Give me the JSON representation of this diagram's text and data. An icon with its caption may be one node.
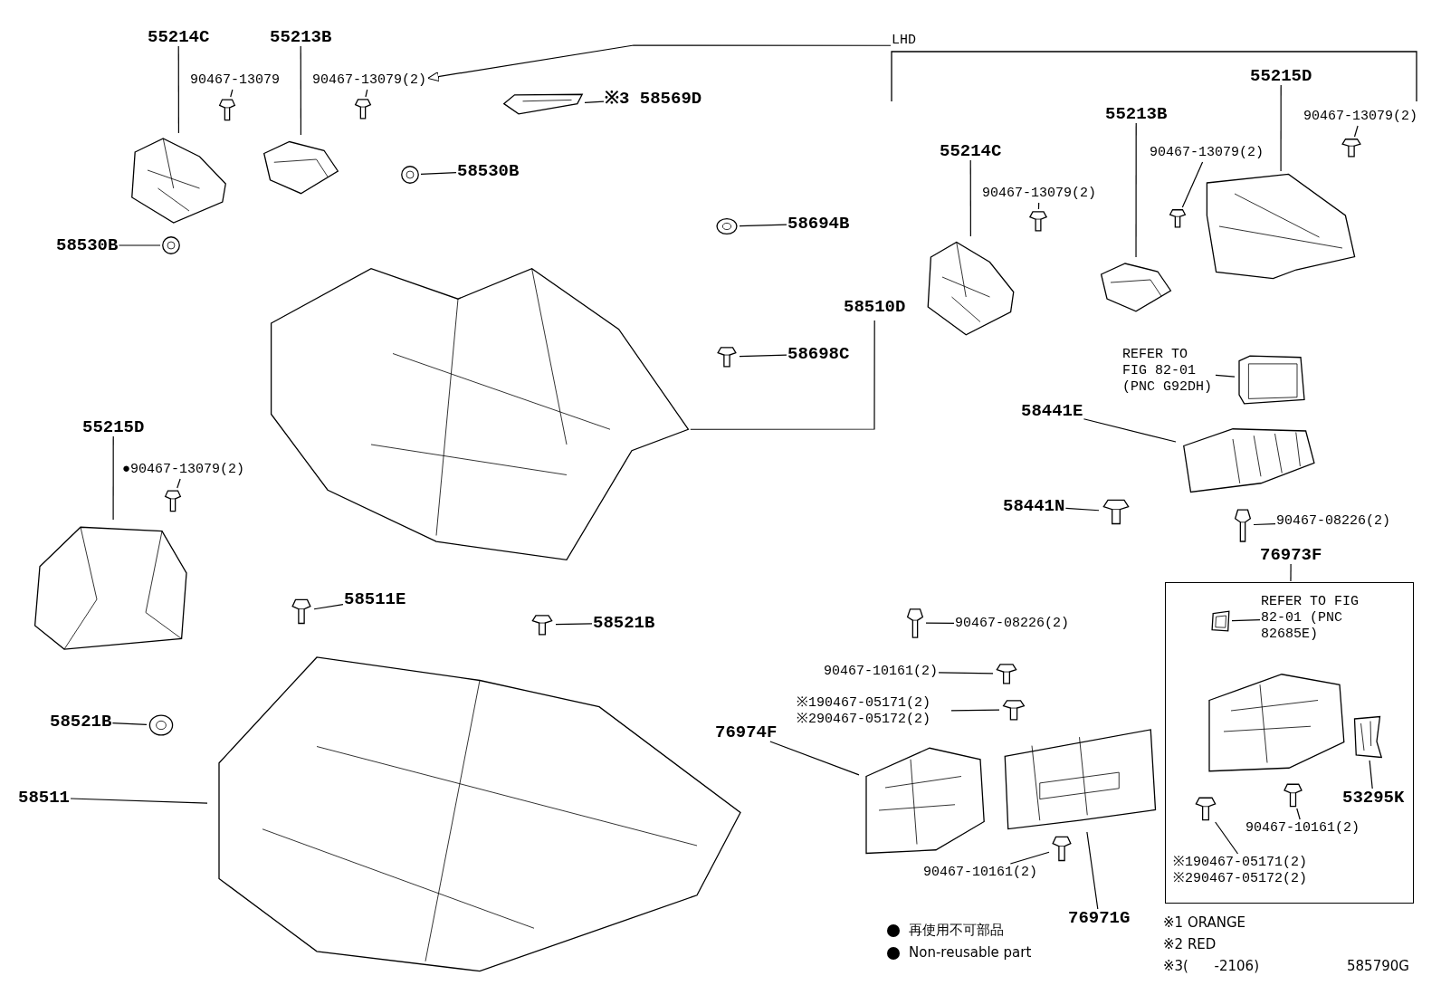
{
  "diagram": {
    "nodes": [
      {
        "text": [
          "55214C"
        ]
      },
      {
        "text": [
          "90467-13079"
        ]
      },
      {
        "text": [],
        "shape": "picture"
      },
      {
        "text": [],
        "shape": "picture"
      },
      {
        "text": [
          "55213B"
        ]
      },
      {
        "text": [
          "90467-13079(2)"
        ]
      },
      {
        "text": [],
        "shape": "picture"
      },
      {
        "text": [],
        "shape": "picture"
      },
      {
        "text": [
          "※3 58569D"
        ]
      },
      {
        "text": [],
        "shape": "picture"
      },
      {
        "text": [
          "58530B"
        ]
      },
      {
        "text": [],
        "shape": "picture"
      },
      {
        "text": [
          "58530B"
        ]
      },
      {
        "text": [],
        "shape": "picture"
      },
      {
        "text": [
          "58694B"
        ]
      },
      {
        "text": [],
        "shape": "picture"
      },
      {
        "text": [
          "58698C"
        ]
      },
      {
        "text": [],
        "shape": "picture"
      },
      {
        "text": [
          "58510D"
        ]
      },
      {
        "text": [],
        "shape": "picture"
      },
      {
        "text": [
          "55215D"
        ]
      },
      {
        "text": [
          "●90467-13079(2)"
        ]
      },
      {
        "text": [],
        "shape": "picture"
      },
      {
        "text": [],
        "shape": "picture"
      },
      {
        "text": [
          "58511E"
        ]
      },
      {
        "text": [],
        "shape": "picture"
      },
      {
        "text": [
          "58521B"
        ]
      },
      {
        "text": [],
        "shape": "picture"
      },
      {
        "text": [
          "58521B"
        ]
      },
      {
        "text": [],
        "shape": "picture"
      },
      {
        "text": [
          "58511"
        ]
      },
      {
        "text": [],
        "shape": "picture"
      },
      {
        "text": [
          "LHD"
        ]
      },
      {
        "text": [
          "55214C"
        ]
      },
      {
        "text": [
          "90467-13079(2)"
        ]
      },
      {
        "text": [],
        "shape": "picture"
      },
      {
        "text": [],
        "shape": "picture"
      },
      {
        "text": [
          "55213B"
        ]
      },
      {
        "text": [
          "90467-13079(2)"
        ]
      },
      {
        "text": [],
        "shape": "picture"
      },
      {
        "text": [],
        "shape": "picture"
      },
      {
        "text": [
          "55215D"
        ]
      },
      {
        "text": [
          "90467-13079(2)"
        ]
      },
      {
        "text": [],
        "shape": "picture"
      },
      {
        "text": [],
        "shape": "picture"
      },
      {
        "text": [
          "REFER TO FIG 82-01 (PNC G92DH)"
        ]
      },
      {
        "text": [],
        "shape": "picture"
      },
      {
        "text": [
          "58441E"
        ]
      },
      {
        "text": [],
        "shape": "picture"
      },
      {
        "text": [
          "58441N"
        ]
      },
      {
        "text": [],
        "shape": "picture"
      },
      {
        "text": [
          "90467-08226(2)"
        ]
      },
      {
        "text": [],
        "shape": "picture"
      },
      {
        "text": [
          "76973F"
        ]
      },
      {
        "text": [],
        "shape": "box"
      },
      {
        "text": [
          "REFER TO FIG 82-01 (PNC 82685E)"
        ],
        "in": 54
      },
      {
        "text": [],
        "shape": "picture",
        "in": 54
      },
      {
        "text": [],
        "shape": "picture",
        "in": 54
      },
      {
        "text": [],
        "shape": "picture",
        "in": 54
      },
      {
        "text": [
          "53295K"
        ],
        "in": 54
      },
      {
        "text": [],
        "shape": "picture",
        "in": 54
      },
      {
        "text": [
          "90467-10161(2)"
        ],
        "in": 54
      },
      {
        "text": [],
        "shape": "picture",
        "in": 54
      },
      {
        "text": [
          "※190467-05171(2) ※290467-05172(2)"
        ],
        "in": 54
      },
      {
        "text": [
          "90467-08226(2)"
        ]
      },
      {
        "text": [],
        "shape": "picture"
      },
      {
        "text": [
          "90467-10161(2)"
        ]
      },
      {
        "text": [],
        "shape": "picture"
      },
      {
        "text": [
          "※190467-05171(2) ※290467-05172(2)"
        ]
      },
      {
        "text": [],
        "shape": "picture"
      },
      {
        "text": [
          "76974F"
        ]
      },
      {
        "text": [],
        "shape": "picture"
      },
      {
        "text": [],
        "shape": "picture"
      },
      {
        "text": [
          "90467-10161(2)"
        ]
      },
      {
        "text": [],
        "shape": "picture"
      },
      {
        "text": [
          "76971G"
        ]
      }
    ],
    "edges": [
      {
        "from": 0,
        "to": 3,
        "arrow": "none"
      },
      {
        "from": 1,
        "to": 2,
        "arrow": "none"
      },
      {
        "from": 4,
        "to": 7,
        "arrow": "none"
      },
      {
        "from": 5,
        "to": 6,
        "arrow": "none"
      },
      {
        "from": 8,
        "to": 9,
        "arrow": "none"
      },
      {
        "from": 10,
        "to": 11,
        "arrow": "none"
      },
      {
        "from": 12,
        "to": 13,
        "arrow": "none"
      },
      {
        "from": 14,
        "to": 15,
        "arrow": "none"
      },
      {
        "from": 16,
        "to": 17,
        "arrow": "none"
      },
      {
        "from": 18,
        "to": 19,
        "arrow": "none"
      },
      {
        "from": 20,
        "to": 23,
        "arrow": "none"
      },
      {
        "from": 21,
        "to": 22,
        "arrow": "none"
      },
      {
        "from": 24,
        "to": 25,
        "arrow": "none"
      },
      {
        "from": 26,
        "to": 27,
        "arrow": "none"
      },
      {
        "from": 28,
        "to": 29,
        "arrow": "none"
      },
      {
        "from": 30,
        "to": 31,
        "arrow": "none"
      },
      {
        "from": 32,
        "to": 5,
        "arrow": "to"
      },
      {
        "from": 33,
        "to": 36,
        "arrow": "none"
      },
      {
        "from": 34,
        "to": 35,
        "arrow": "none"
      },
      {
        "from": 37,
        "to": 40,
        "arrow": "none"
      },
      {
        "from": 38,
        "to": 39,
        "arrow": "none"
      },
      {
        "from": 41,
        "to": 44,
        "arrow": "none"
      },
      {
        "from": 42,
        "to": 43,
        "arrow": "none"
      },
      {
        "from": 45,
        "to": 46,
        "arrow": "none"
      },
      {
        "from": 47,
        "to": 48,
        "arrow": "none"
      },
      {
        "from": 49,
        "to": 50,
        "arrow": "none"
      },
      {
        "from": 51,
        "to": 52,
        "arrow": "none"
      },
      {
        "from": 53,
        "to": 54,
        "arrow": "none"
      },
      {
        "from": 55,
        "to": 56,
        "arrow": "none"
      },
      {
        "from": 59,
        "to": 58,
        "arrow": "none"
      },
      {
        "from": 61,
        "to": 60,
        "arrow": "none"
      },
      {
        "from": 63,
        "to": 62,
        "arrow": "none"
      },
      {
        "from": 64,
        "to": 65,
        "arrow": "none"
      },
      {
        "from": 66,
        "to": 67,
        "arrow": "none"
      },
      {
        "from": 68,
        "to": 69,
        "arrow": "none"
      },
      {
        "from": 70,
        "to": 71,
        "arrow": "none"
      },
      {
        "from": 73,
        "to": 74,
        "arrow": "none"
      },
      {
        "from": 75,
        "to": 72,
        "arrow": "none"
      }
    ],
    "labels": [
      "※1 ORANGE",
      "※2 RED",
      "※3(      -2106)",
      "585790G"
    ],
    "legend": [
      {
        "text": "再使用不可部品"
      },
      {
        "text": "Non-reusable part"
      }
    ]
  }
}
